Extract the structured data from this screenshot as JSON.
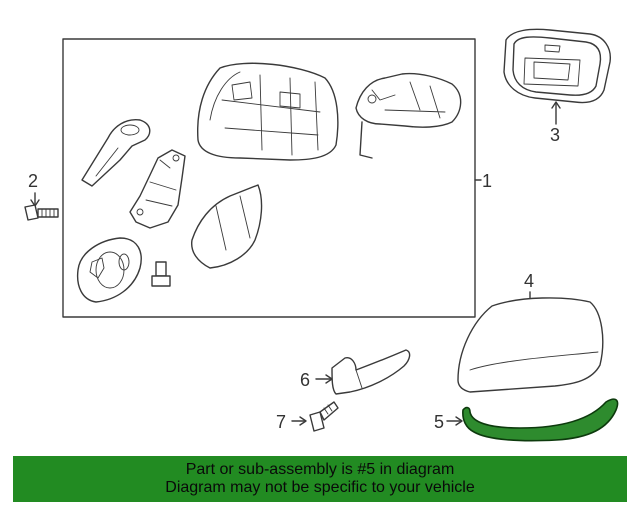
{
  "callouts": {
    "c1": "1",
    "c2": "2",
    "c3": "3",
    "c4": "4",
    "c5": "5",
    "c6": "6",
    "c7": "7"
  },
  "banner": {
    "line1": "Part or sub-assembly is #5 in diagram",
    "line2": "Diagram may not be specific to your vehicle",
    "background": "#228b22"
  },
  "highlight_color": "#2e8b2e"
}
